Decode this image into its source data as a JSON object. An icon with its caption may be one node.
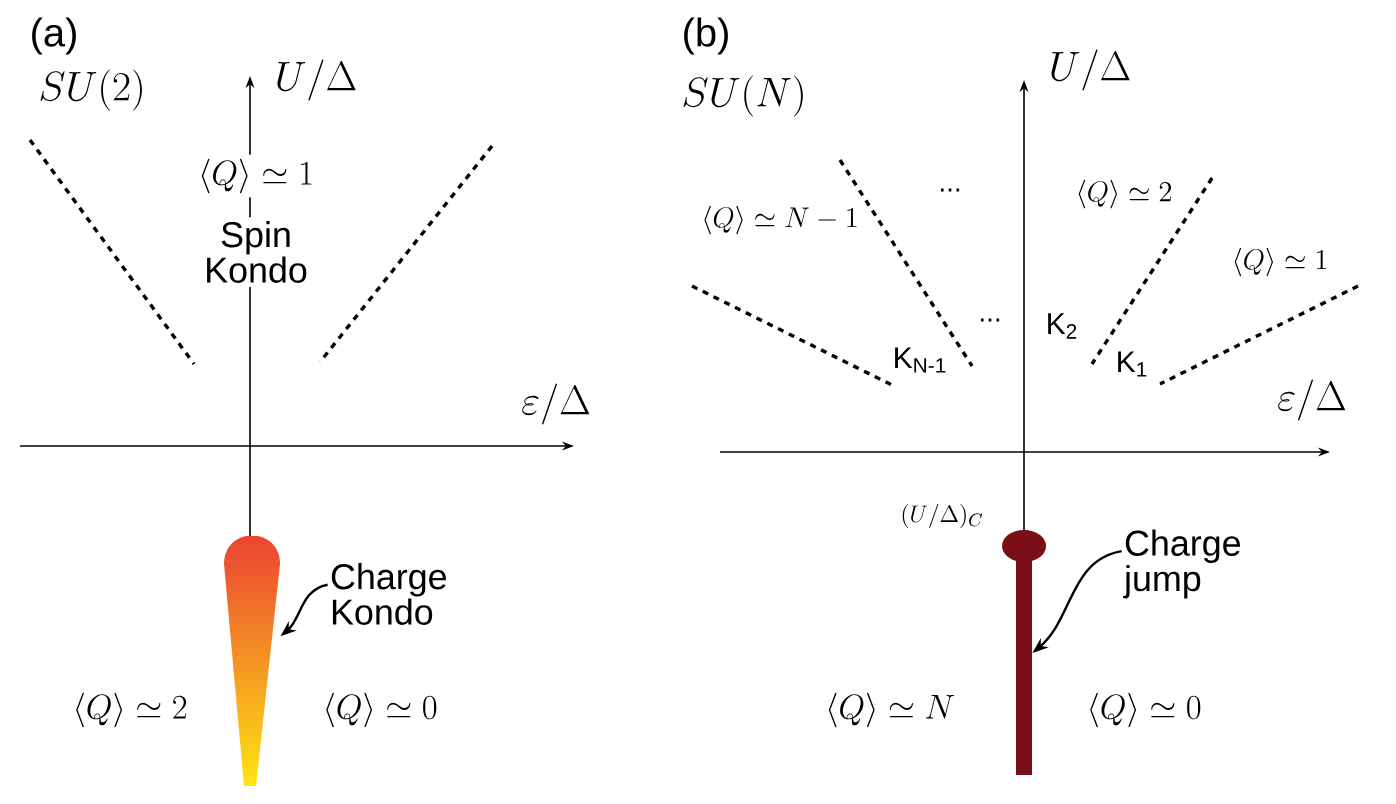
{
  "diagram": {
    "nodes": [
      {
        "text": [
          "Charge Kondo"
        ]
      },
      {
        "text": [],
        "shape": "teardrop"
      },
      {
        "text": [
          "Charge jump"
        ]
      },
      {
        "text": [],
        "shape": "bar"
      }
    ],
    "edges": [
      {
        "from": 0,
        "to": 1,
        "arrow": "to"
      },
      {
        "from": 2,
        "to": 3,
        "arrow": "to"
      }
    ],
    "labels": [
      "(a)",
      "SU(2)",
      "U/\\Delta",
      "\\langle Q\\rangle \\simeq 1",
      "Spin Kondo",
      "\\varepsilon/\\Delta",
      "\\langle Q\\rangle \\simeq 2",
      "\\langle Q\\rangle \\simeq 0",
      "(b)",
      "SU(N)",
      "U/\\Delta",
      "...",
      "\\langle Q\\rangle \\simeq 2",
      "\\langle Q\\rangle \\simeq N-1",
      "\\langle Q\\rangle \\simeq 1",
      "...",
      "K$_{2}$",
      "K$_{N-1}$",
      "K$_{1}$",
      "\\varepsilon/\\Delta",
      "(U/\\Delta)_C",
      "\\langle Q\\rangle \\simeq N",
      "\\langle Q\\rangle \\simeq 0"
    ]
  }
}
